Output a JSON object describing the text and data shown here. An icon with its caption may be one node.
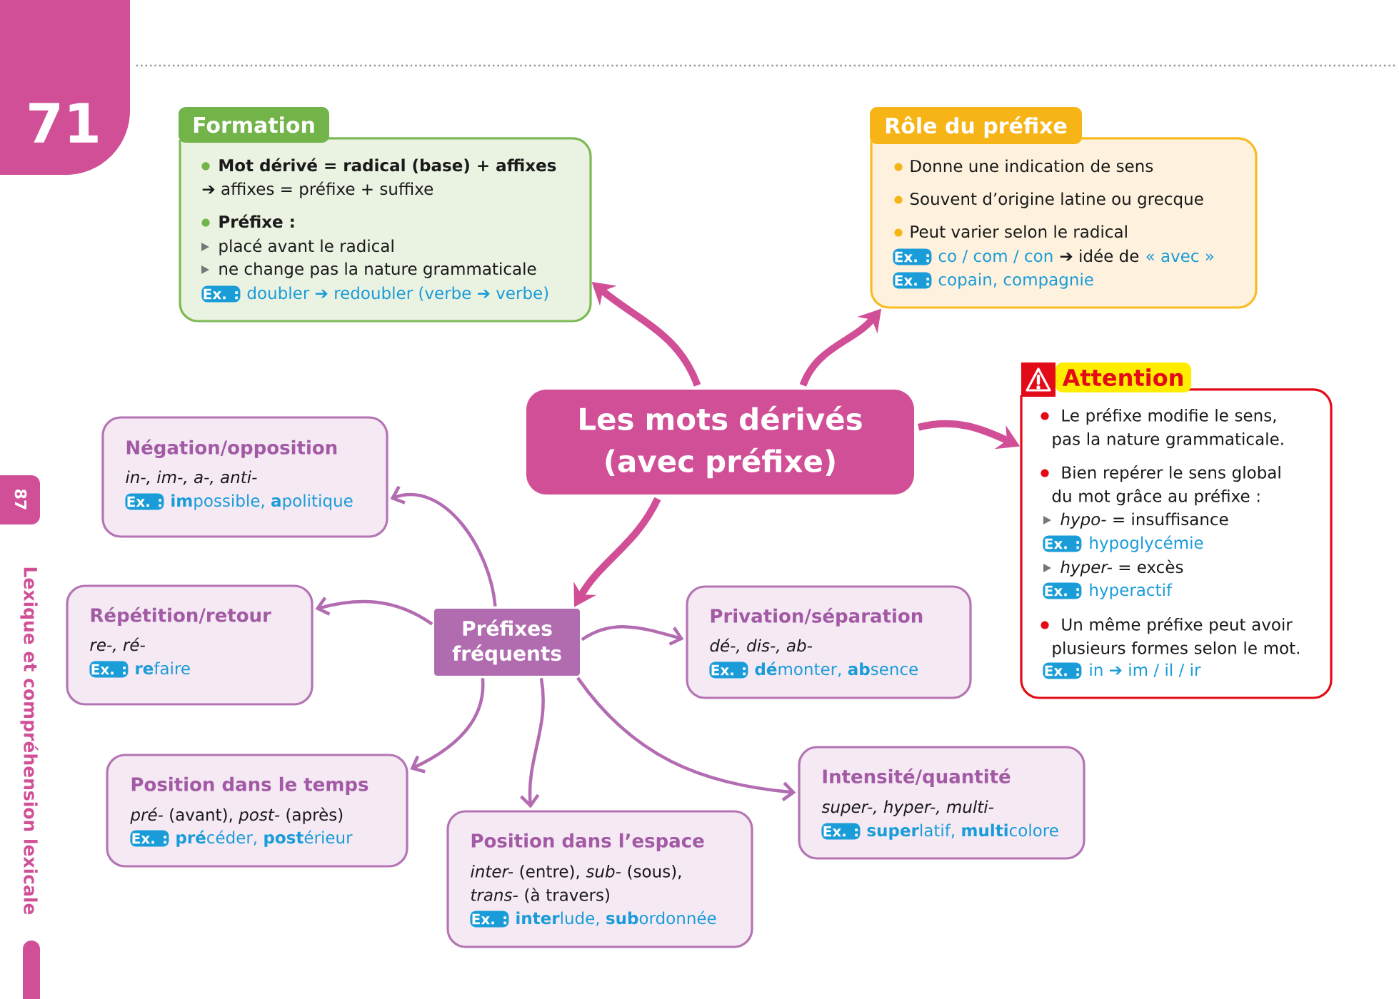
{
  "diagram": {
    "nodes": [
      {
        "text": [
          "Formation",
          "Mot dérivé = radical (base) + affixes",
          "➔ affixes = préfixe + suffixe",
          "Préfixe :",
          "placé avant le radical",
          "ne change pas la nature grammaticale",
          "Ex. :",
          "doubler ➔ redoubler (verbe ➔ verbe)"
        ]
      },
      {
        "text": [
          "Rôle du préfixe",
          "Donne une indication de sens",
          "Souvent d’origine latine ou grecque",
          "Peut varier selon le radical",
          "Ex. :",
          "co / com / con",
          "➔ idée de",
          "« avec »",
          "Ex. :",
          "copain, compagnie"
        ]
      },
      {
        "text": [
          "Les mots dérivés (avec préfixe)"
        ]
      },
      {
        "text": [
          "Attention",
          "Le préfixe modifie le sens, pas la nature grammaticale.",
          "Bien repérer le sens global du mot grâce au préfixe :",
          "*hypo-* = insuffisance",
          "Ex. :",
          "hypoglycémie",
          "*hyper-* = excès",
          "Ex. :",
          "hyperactif",
          "Un même préfixe peut avoir plusieurs formes selon le mot.",
          "Ex. :",
          "in ➔ im / il / ir"
        ]
      },
      {
        "text": [
          "Négation/opposition",
          "in-, im-, a-, anti-",
          "Ex. :",
          "**im**possible, **a**politique"
        ]
      },
      {
        "text": [
          "Répétition/retour",
          "re-, ré-",
          "Ex. :",
          "**re**faire"
        ]
      },
      {
        "text": [
          "Préfixes fréquents"
        ]
      },
      {
        "text": [
          "Privation/séparation",
          "dé-, dis-, ab-",
          "Ex. :",
          "**dé**monter, **ab**sence"
        ]
      },
      {
        "text": [
          "Position dans le temps",
          "*pré-* (avant), *post-* (après)",
          "Ex. :",
          "**pré**céder, **post**érieur"
        ]
      },
      {
        "text": [
          "Intensité/quantité",
          "super-, hyper-, multi-",
          "Ex. :",
          "**super**latif, **multi**colore"
        ]
      },
      {
        "text": [
          "Position dans l’espace",
          "*inter-* (entre), *sub-* (sous), *trans-* (à travers)",
          "Ex. :",
          "**inter**lude, **sub**ordonnée"
        ]
      },
      {
        "text": [],
        "shape": "bar"
      }
    ],
    "edges": [
      {
        "from": 2,
        "to": 0,
        "arrow": "to",
        "style": "thick",
        "color": "#d14f97"
      },
      {
        "from": 2,
        "to": 1,
        "arrow": "to",
        "style": "thick",
        "color": "#d14f97"
      },
      {
        "from": 2,
        "to": 3,
        "arrow": "to",
        "style": "thick",
        "color": "#d14f97"
      },
      {
        "from": 2,
        "to": 6,
        "arrow": "to",
        "style": "thick",
        "color": "#d14f97"
      },
      {
        "from": 6,
        "to": 4,
        "arrow": "to"
      },
      {
        "from": 6,
        "to": 5,
        "arrow": "to"
      },
      {
        "from": 6,
        "to": 7,
        "arrow": "to"
      },
      {
        "from": 6,
        "to": 8,
        "arrow": "to"
      },
      {
        "from": 6,
        "to": 10,
        "arrow": "to"
      },
      {
        "from": 6,
        "to": 9,
        "arrow": "to"
      }
    ],
    "labels": [
      "71",
      "87",
      "Lexique et compréhension lexicale"
    ]
  }
}
